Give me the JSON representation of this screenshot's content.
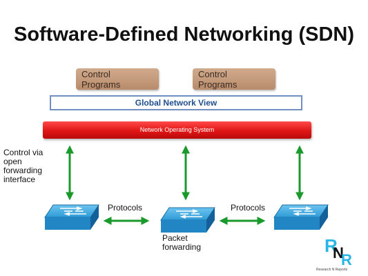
{
  "title": "Software-Defined Networking (SDN)",
  "control_programs": [
    {
      "line1": "Control",
      "line2": "Programs"
    },
    {
      "line1": "Control",
      "line2": "Programs"
    }
  ],
  "global_network_view": "Global Network View",
  "network_os": "Network Operating System",
  "control_interface": {
    "line1": "Control via",
    "line2": "open",
    "line3": "forwarding",
    "line4": "interface"
  },
  "protocols_left": "Protocols",
  "protocols_right": "Protocols",
  "packet_forwarding": {
    "line1": "Packet",
    "line2": "forwarding"
  },
  "logo": {
    "text": "Research N Reports",
    "letters": "RNR"
  },
  "colors": {
    "switch": "#2f9bd6",
    "arrow": "#1a9a2a",
    "nos": "#e01515",
    "control": "#c49a7a"
  }
}
